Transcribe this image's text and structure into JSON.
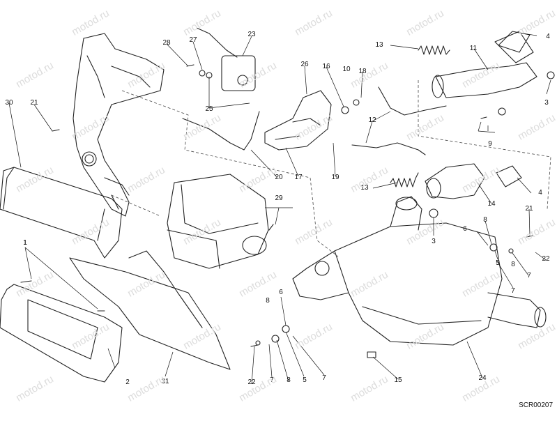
{
  "watermark_text": "motod.ru",
  "reference_code": "SCR00207",
  "callouts": [
    "1",
    "1",
    "2",
    "3",
    "3",
    "4",
    "4",
    "5",
    "5",
    "6",
    "6",
    "7",
    "7",
    "7",
    "7",
    "8",
    "8",
    "8",
    "8",
    "9",
    "10",
    "11",
    "12",
    "13",
    "13",
    "14",
    "15",
    "16",
    "17",
    "18",
    "19",
    "20",
    "21",
    "21",
    "22",
    "22",
    "23",
    "24",
    "25",
    "26",
    "27",
    "28",
    "29",
    "30",
    "31"
  ]
}
